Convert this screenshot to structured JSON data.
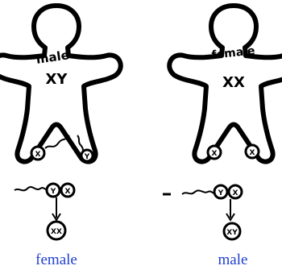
{
  "figures": [
    {
      "body_label": "male",
      "chromosomes": "XY",
      "sperm": [
        "X",
        "Y"
      ],
      "fusion": [
        "Y",
        "X"
      ],
      "offspring": "XX",
      "caption": "female"
    },
    {
      "body_label": "female",
      "chromosomes": "XX",
      "sperm": [
        "X",
        "X"
      ],
      "fusion": [
        "Y",
        "X"
      ],
      "offspring": "XY",
      "caption": "male"
    }
  ],
  "colors": {
    "ink": "#000000",
    "caption": "#1f3fd0"
  }
}
